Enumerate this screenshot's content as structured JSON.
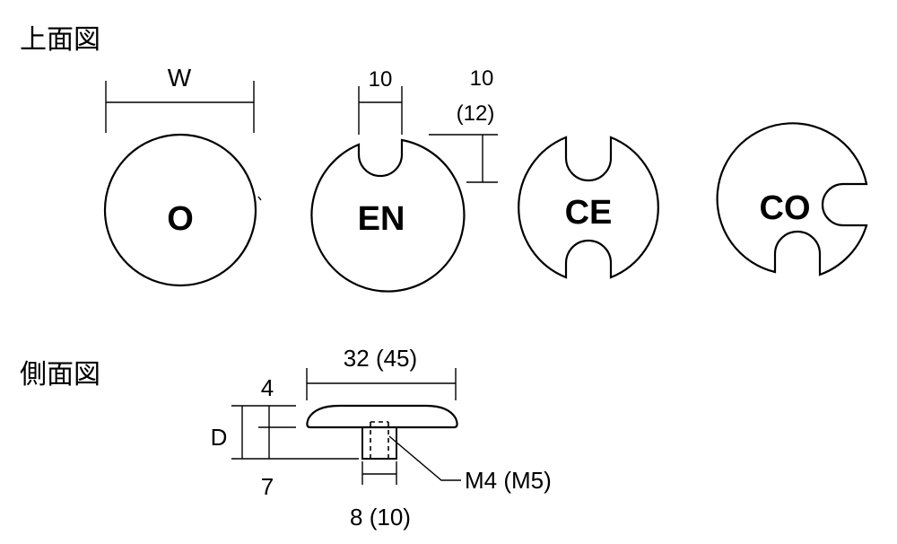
{
  "top_view": {
    "title": "上面図",
    "width_label": "W",
    "slot_width_label": "10",
    "slot_depth_label": "10",
    "slot_depth_alt_label": "(12)",
    "shapes": [
      {
        "code": "O"
      },
      {
        "code": "EN"
      },
      {
        "code": "CE"
      },
      {
        "code": "CO"
      }
    ]
  },
  "side_view": {
    "title": "側面図",
    "length_label": "32 (45)",
    "head_label": "4",
    "depth_label": "D",
    "shank_label": "7",
    "screw_label": "M4 (M5)",
    "shank_width_label": "8 (10)"
  }
}
